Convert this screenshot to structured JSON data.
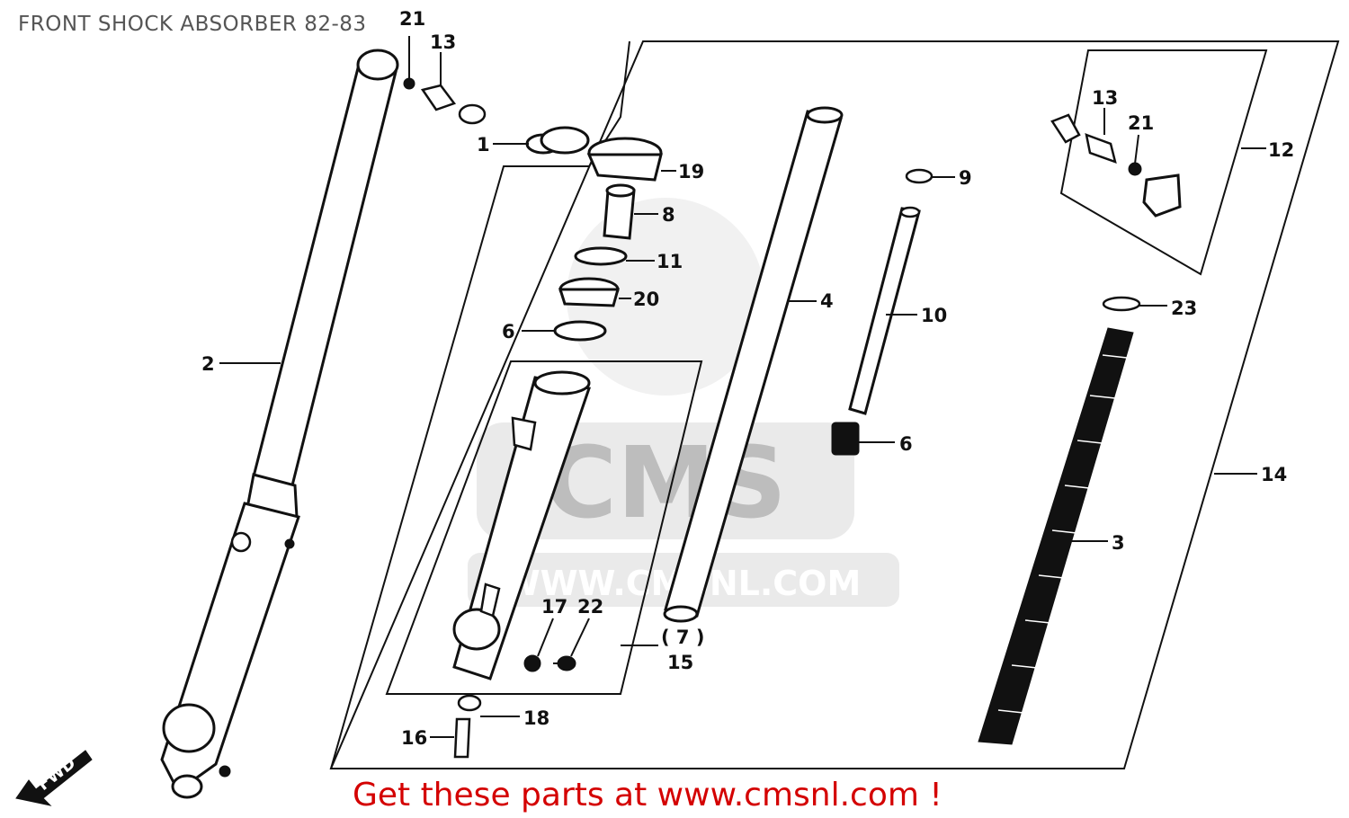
{
  "title": "FRONT SHOCK ABSORBER 82-83",
  "footer_text": "Get these parts at www.cmsnl.com !",
  "watermark": {
    "url": "WWW.CMSNL.COM",
    "logo": "CMS"
  },
  "fwd_label": "FWD",
  "colors": {
    "footer": "#d40000",
    "title": "#555555",
    "watermark": "#d8d8d8"
  },
  "callouts": {
    "c21a": "21",
    "c13a": "13",
    "c1": "1",
    "c19": "19",
    "c8": "8",
    "c11": "11",
    "c20": "20",
    "c6a": "6",
    "c2": "2",
    "c4": "4",
    "c9": "9",
    "c10": "10",
    "c6b": "6",
    "c13b": "13",
    "c21b": "21",
    "c12": "12",
    "c23": "23",
    "c14": "14",
    "c3": "3",
    "c17": "17",
    "c22": "22",
    "c7": "( 7 )",
    "c15": "15",
    "c18": "18",
    "c16": "16"
  }
}
